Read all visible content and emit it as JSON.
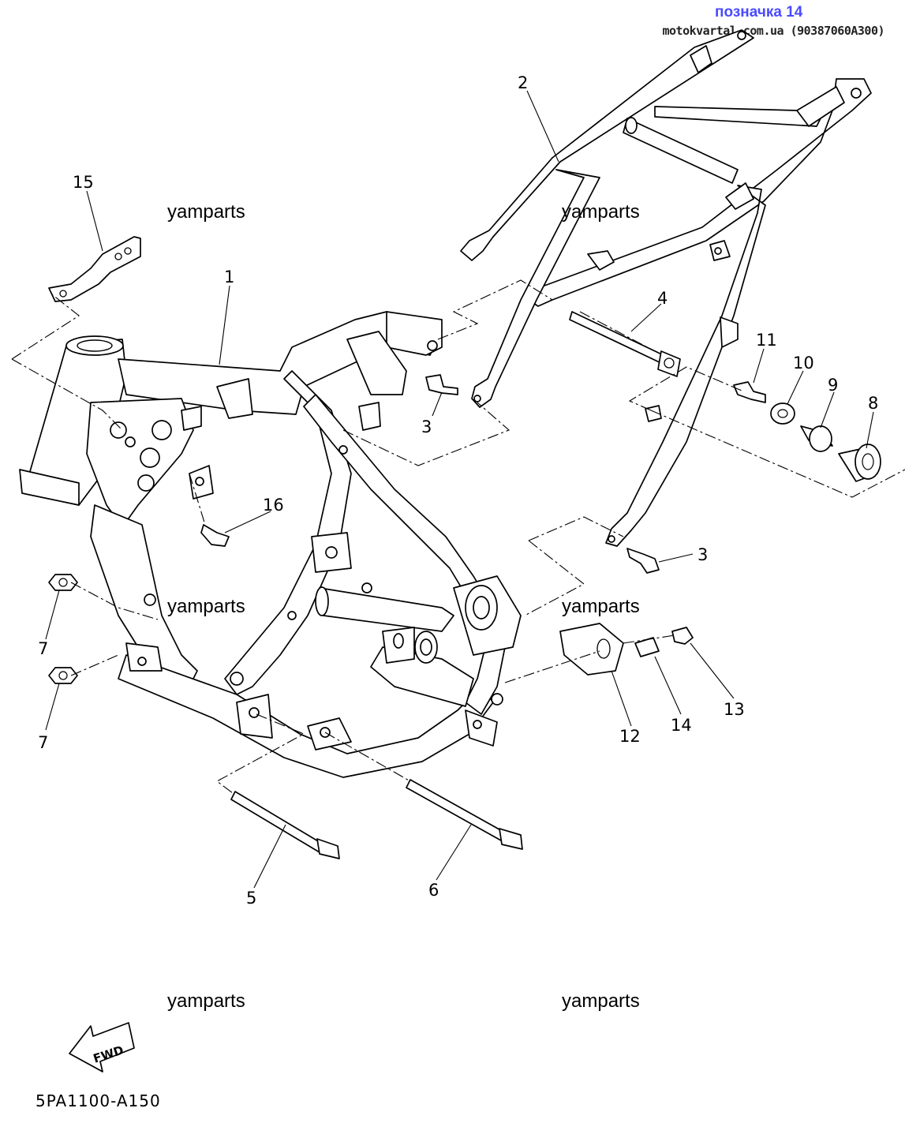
{
  "header": {
    "label": "позначка 14",
    "source": "motokvartal.com.ua (90387060A300)"
  },
  "watermarks": [
    "yamparts",
    "yamparts",
    "yamparts",
    "yamparts",
    "yamparts",
    "yamparts"
  ],
  "callouts": {
    "n1": "1",
    "n2": "2",
    "n3a": "3",
    "n3b": "3",
    "n4": "4",
    "n5": "5",
    "n6": "6",
    "n7a": "7",
    "n7b": "7",
    "n8": "8",
    "n9": "9",
    "n10": "10",
    "n11": "11",
    "n12": "12",
    "n13": "13",
    "n14": "14",
    "n15": "15",
    "n16": "16"
  },
  "fwd_arrow": {
    "text": "FWD"
  },
  "catalog_code": "5PA1100-A150"
}
